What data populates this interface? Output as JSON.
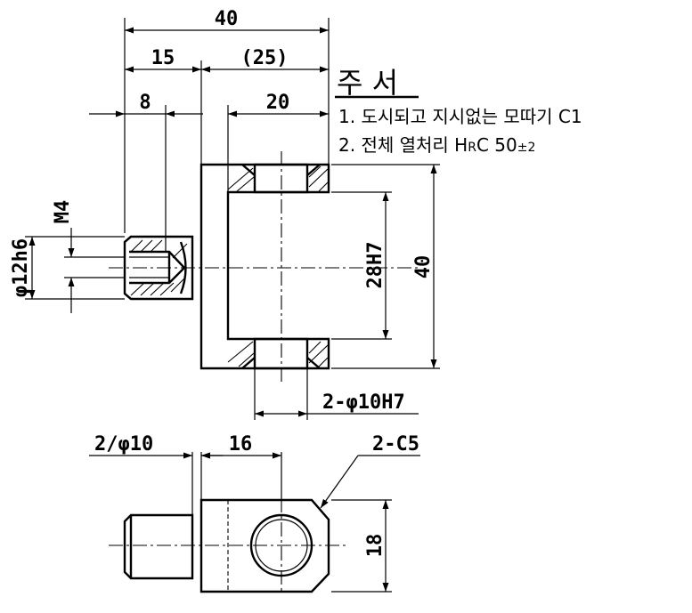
{
  "notes": {
    "title": "주 서",
    "line1": "1. 도시되고 지시없는 모따기 C1",
    "line2_prefix": "2. 전체 열처리 H",
    "line2_sub": "R",
    "line2_c": "C 50",
    "line2_tol": "±2"
  },
  "dims": {
    "overall_len": "40",
    "shaft_len": "15",
    "body_len": "(25)",
    "thread_depth": "8",
    "slot_width": "20",
    "thread": "M4",
    "shaft_dia": "φ12h6",
    "slot_height": "28H7",
    "body_height": "40",
    "holes": "2-φ10H7",
    "neck": "2/φ10",
    "hole_offset": "16",
    "chamfer": "2-C5",
    "thickness": "18"
  }
}
